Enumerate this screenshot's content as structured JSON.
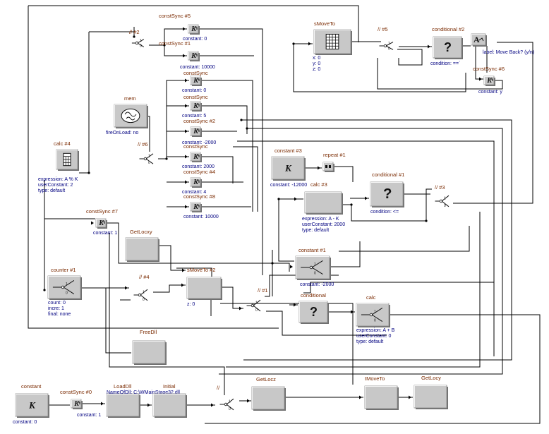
{
  "diagram": {
    "nodes": [
      {
        "id": "constSync5",
        "title": "constSync #5",
        "props": [
          "constant: 0"
        ],
        "icon": "k-sync-icon"
      },
      {
        "id": "constSync1",
        "title": "constSync #1",
        "props": [
          "constant: 10000"
        ],
        "icon": "k-sync-icon"
      },
      {
        "id": "sw2",
        "title": "// #2",
        "props": [],
        "icon": "switch-icon"
      },
      {
        "id": "sMoveTo",
        "title": "sMoveTo",
        "props": [
          "x: 0",
          "y: 0",
          "z: 0"
        ],
        "icon": "grid-icon"
      },
      {
        "id": "sw5",
        "title": "// #5",
        "props": [],
        "icon": "switch-icon"
      },
      {
        "id": "conditional2",
        "title": "conditional #2",
        "props": [
          "condition: ==`"
        ],
        "icon": "question-icon"
      },
      {
        "id": "label1",
        "title": "",
        "props": [
          "label: Move Back? (y/n)"
        ],
        "icon": "label-icon"
      },
      {
        "id": "constSync6",
        "title": "constSync #6",
        "props": [
          "constant: y"
        ],
        "icon": "k-sync-icon"
      },
      {
        "id": "constSync3",
        "title": "constSync",
        "props": [
          "constant: 0"
        ],
        "icon": "k-sync-icon"
      },
      {
        "id": "mem",
        "title": "mem",
        "props": [
          "fireOnLoad: no"
        ],
        "icon": "brain-icon"
      },
      {
        "id": "constSyncA",
        "title": "constSync",
        "props": [
          "constant: 5"
        ],
        "icon": "k-sync-icon"
      },
      {
        "id": "constSync2",
        "title": "constSync #2",
        "props": [
          "constant: -2000"
        ],
        "icon": "k-sync-icon"
      },
      {
        "id": "constSyncB",
        "title": "constSync",
        "props": [
          "constant: 2000"
        ],
        "icon": "k-sync-icon"
      },
      {
        "id": "constSyncC",
        "title": "constSync #4",
        "props": [
          "constant: 4"
        ],
        "icon": "k-sync-icon"
      },
      {
        "id": "constSync8",
        "title": "constSync #8",
        "props": [
          "constant: 10000"
        ],
        "icon": "k-sync-icon"
      },
      {
        "id": "sw6",
        "title": "// #6",
        "props": [],
        "icon": "switch-icon"
      },
      {
        "id": "calc4",
        "title": "calc #4",
        "props": [
          "expression: A % K",
          "userConstant: 2",
          "type: default"
        ],
        "icon": "calculator-icon"
      },
      {
        "id": "constant3",
        "title": "constant #3",
        "props": [
          "constant: -12000"
        ],
        "icon": "k-icon"
      },
      {
        "id": "repeat1",
        "title": "repeat #1",
        "props": [],
        "icon": "repeat-icon"
      },
      {
        "id": "conditional1",
        "title": "conditional #1",
        "props": [
          "condition: <="
        ],
        "icon": "question-icon"
      },
      {
        "id": "calc3",
        "title": "calc #3",
        "props": [
          "expression: A - K",
          "userConstant: 2000",
          "type: default"
        ],
        "icon": "blank-icon"
      },
      {
        "id": "sw3",
        "title": "// #3",
        "props": [],
        "icon": "switch-icon"
      },
      {
        "id": "constSync7",
        "title": "constSync #7",
        "props": [
          "constant: 1"
        ],
        "icon": "k-sync-icon"
      },
      {
        "id": "getLocxy",
        "title": "GetLocxy",
        "props": [],
        "icon": "blank-icon"
      },
      {
        "id": "constant1",
        "title": "constant #1",
        "props": [
          "constant: -2000"
        ],
        "icon": "switch-icon"
      },
      {
        "id": "counter1",
        "title": "counter #1",
        "props": [
          "count: 0",
          "incre: 1",
          "final: none"
        ],
        "icon": "switch-icon"
      },
      {
        "id": "sw4",
        "title": "// #4",
        "props": [],
        "icon": "switch-icon"
      },
      {
        "id": "sMoveTo2",
        "title": "sMoveTo #2",
        "props": [
          "z: 0"
        ],
        "icon": "blank-icon"
      },
      {
        "id": "sw1",
        "title": "// #1",
        "props": [],
        "icon": "switch-icon"
      },
      {
        "id": "conditional",
        "title": "conditional",
        "props": [],
        "icon": "question-icon"
      },
      {
        "id": "calc",
        "title": "calc",
        "props": [
          "expression: A + B",
          "userConstant: 0",
          "type: default"
        ],
        "icon": "switch-icon"
      },
      {
        "id": "freeDll",
        "title": "FreeDll",
        "props": [],
        "icon": "blank-icon"
      },
      {
        "id": "constant",
        "title": "constant",
        "props": [
          "constant: 0"
        ],
        "icon": "k-icon"
      },
      {
        "id": "constSync0",
        "title": "constSync #0",
        "props": [
          "constant: 1"
        ],
        "icon": "k-sync-icon"
      },
      {
        "id": "loadDll",
        "title": "LoadDll",
        "props": [
          "NameOfDll: C:\\WMainStage32.dll"
        ],
        "icon": "blank-icon"
      },
      {
        "id": "initial",
        "title": "Initial",
        "props": [],
        "icon": "blank-icon"
      },
      {
        "id": "sw0",
        "title": "//",
        "props": [],
        "icon": "switch-icon"
      },
      {
        "id": "getLocz",
        "title": "GetLocz",
        "props": [],
        "icon": "blank-icon"
      },
      {
        "id": "tMoveTo",
        "title": "tMoveTo",
        "props": [],
        "icon": "blank-icon"
      },
      {
        "id": "getLocy",
        "title": "GetLocy",
        "props": [],
        "icon": "blank-icon"
      }
    ]
  }
}
